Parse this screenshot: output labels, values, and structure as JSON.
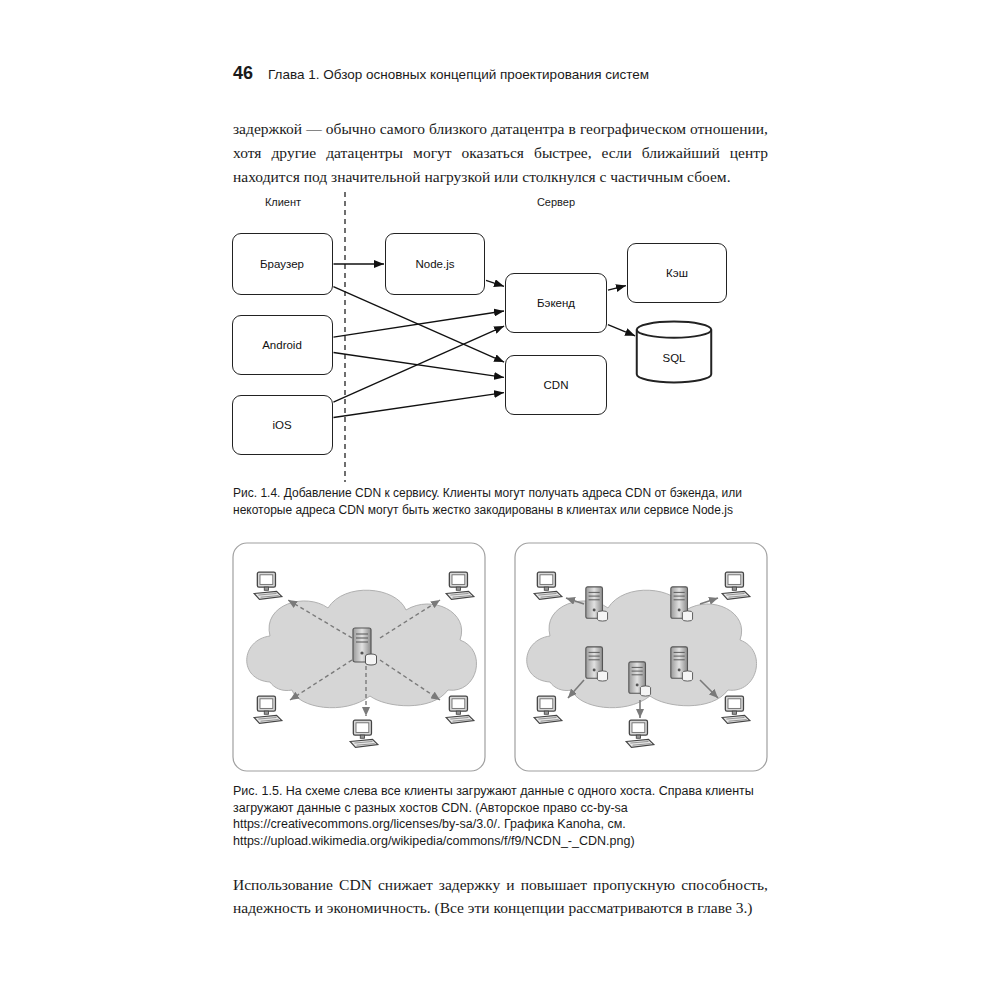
{
  "diagram": {
    "caption": "Рис. 1.4. Добавление CDN к сервису. Клиенты могут получать адреса CDN от бэкенда, или некоторые адреса CDN могут быть жестко закодированы в клиентах или сервисе Node.js",
    "nodes": [
      {
        "text": [
          "Браузер"
        ]
      },
      {
        "text": [
          "Android"
        ]
      },
      {
        "text": [
          "iOS"
        ]
      },
      {
        "text": [
          "Node.js"
        ]
      },
      {
        "text": [
          "Бэкенд"
        ]
      },
      {
        "text": [
          "CDN"
        ]
      },
      {
        "text": [
          "Кэш"
        ]
      },
      {
        "text": [
          "SQL"
        ]
      }
    ],
    "edges": [
      {
        "from": 0,
        "to": 3,
        "arrow": "to"
      },
      {
        "from": 0,
        "to": 5,
        "arrow": "to"
      },
      {
        "from": 3,
        "to": 4,
        "arrow": "to"
      },
      {
        "from": 1,
        "to": 4,
        "arrow": "to"
      },
      {
        "from": 1,
        "to": 5,
        "arrow": "to"
      },
      {
        "from": 2,
        "to": 4,
        "arrow": "to"
      },
      {
        "from": 2,
        "to": 5,
        "arrow": "to"
      },
      {
        "from": 4,
        "to": 6,
        "arrow": "to"
      },
      {
        "from": 4,
        "to": 7,
        "arrow": "to"
      }
    ],
    "labels": [
      "46",
      "Глава 1. Обзор основных концепций проектирования систем",
      "задержкой — обычно самого близкого датацентра в географическом отношении, хотя другие датацентры могут оказаться быстрее, если ближайший центр находится под значительной нагрузкой или столкнулся с частичным сбоем.",
      "Клиент",
      "Сервер",
      "Рис. 1.5. На схеме слева все клиенты загружают данные с одного хоста. Справа клиенты загружают данные с разных хостов CDN. (Авторское право cc-by-sa https://creativecommons.org/licenses/by-sa/3.0/. Графика Kanoha, см. https://upload.wikimedia.org/wikipedia/commons/f/f9/NCDN_-_CDN.png)",
      "Использование CDN снижает задержку и повышает пропускную способность, надежность и экономичность. (Все эти концепции рассматриваются в главе 3.)"
    ]
  }
}
